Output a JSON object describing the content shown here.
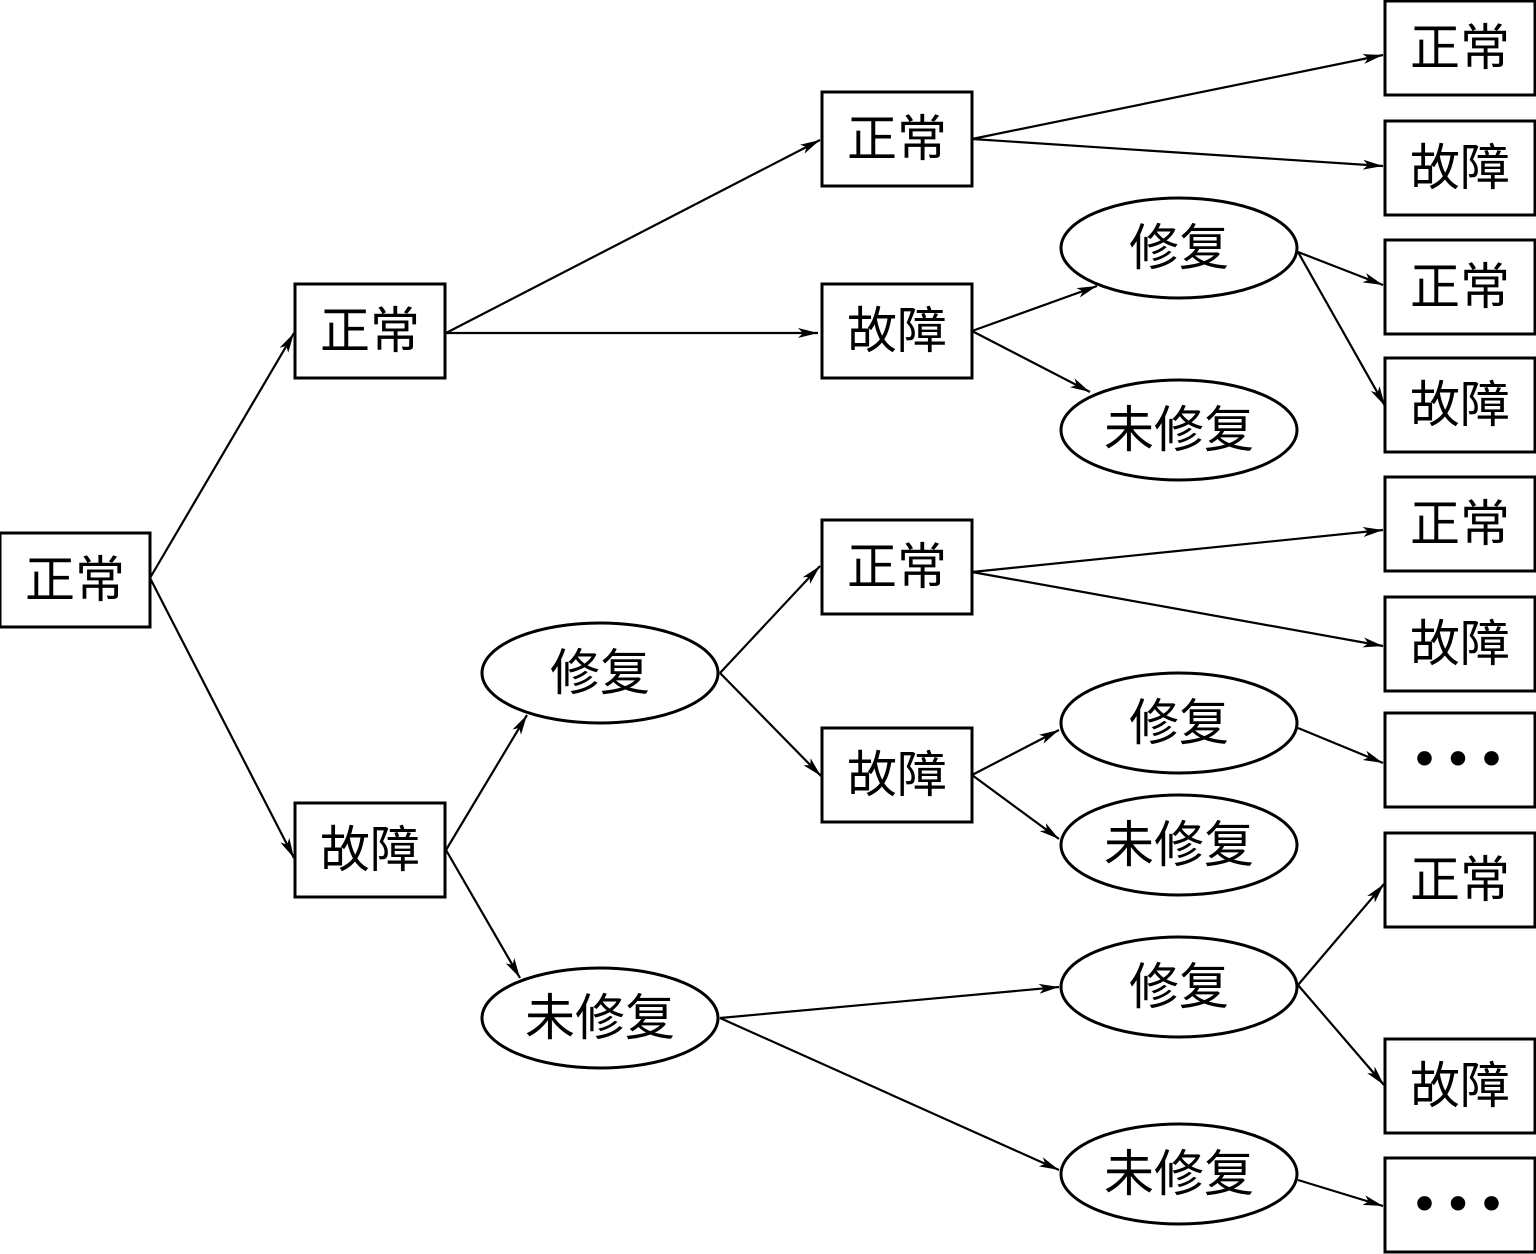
{
  "title": "设备状态转移树",
  "labels": {
    "normal": "正常",
    "fault": "故障",
    "repaired": "修复",
    "unrepaired": "未修复",
    "ellipsis": "•••"
  },
  "nodes": [
    {
      "id": "n0",
      "label": "正常",
      "shape": "rect"
    },
    {
      "id": "n1",
      "label": "正常",
      "shape": "rect"
    },
    {
      "id": "n2",
      "label": "故障",
      "shape": "rect"
    },
    {
      "id": "n3",
      "label": "正常",
      "shape": "rect"
    },
    {
      "id": "n4",
      "label": "故障",
      "shape": "rect"
    },
    {
      "id": "n5",
      "label": "修复",
      "shape": "ellipse"
    },
    {
      "id": "n6",
      "label": "未修复",
      "shape": "ellipse"
    },
    {
      "id": "n7",
      "label": "正常",
      "shape": "rect"
    },
    {
      "id": "n8",
      "label": "故障",
      "shape": "rect"
    },
    {
      "id": "n9",
      "label": "修复",
      "shape": "ellipse"
    },
    {
      "id": "n10",
      "label": "未修复",
      "shape": "ellipse"
    },
    {
      "id": "n11",
      "label": "正常",
      "shape": "rect"
    },
    {
      "id": "n12",
      "label": "故障",
      "shape": "rect"
    },
    {
      "id": "n13",
      "label": "正常",
      "shape": "rect"
    },
    {
      "id": "n14",
      "label": "故障",
      "shape": "rect"
    },
    {
      "id": "n15",
      "label": "修复",
      "shape": "ellipse"
    },
    {
      "id": "n16",
      "label": "未修复",
      "shape": "ellipse"
    },
    {
      "id": "n17",
      "label": "正常",
      "shape": "rect"
    },
    {
      "id": "n18",
      "label": "故障",
      "shape": "rect"
    },
    {
      "id": "n19",
      "label": "修复",
      "shape": "ellipse"
    },
    {
      "id": "n20",
      "label": "未修复",
      "shape": "ellipse"
    },
    {
      "id": "n21",
      "label": "•••",
      "shape": "rect"
    },
    {
      "id": "n22",
      "label": "正常",
      "shape": "rect"
    },
    {
      "id": "n23",
      "label": "故障",
      "shape": "rect"
    },
    {
      "id": "n24",
      "label": "•••",
      "shape": "rect"
    }
  ],
  "edges": [
    [
      "n0",
      "n1"
    ],
    [
      "n0",
      "n2"
    ],
    [
      "n1",
      "n3"
    ],
    [
      "n1",
      "n4"
    ],
    [
      "n3",
      "n11"
    ],
    [
      "n3",
      "n12"
    ],
    [
      "n4",
      "n5"
    ],
    [
      "n4",
      "n6"
    ],
    [
      "n5",
      "n13"
    ],
    [
      "n5",
      "n14"
    ],
    [
      "n2",
      "n15"
    ],
    [
      "n2",
      "n16"
    ],
    [
      "n15",
      "n17"
    ],
    [
      "n15",
      "n18"
    ],
    [
      "n17",
      "n7"
    ],
    [
      "n17",
      "n8"
    ],
    [
      "n18",
      "n19"
    ],
    [
      "n18",
      "n20"
    ],
    [
      "n19",
      "n21"
    ],
    [
      "n16",
      "n9"
    ],
    [
      "n16",
      "n10"
    ],
    [
      "n9",
      "n22"
    ],
    [
      "n9",
      "n23"
    ],
    [
      "n10",
      "n24"
    ]
  ]
}
